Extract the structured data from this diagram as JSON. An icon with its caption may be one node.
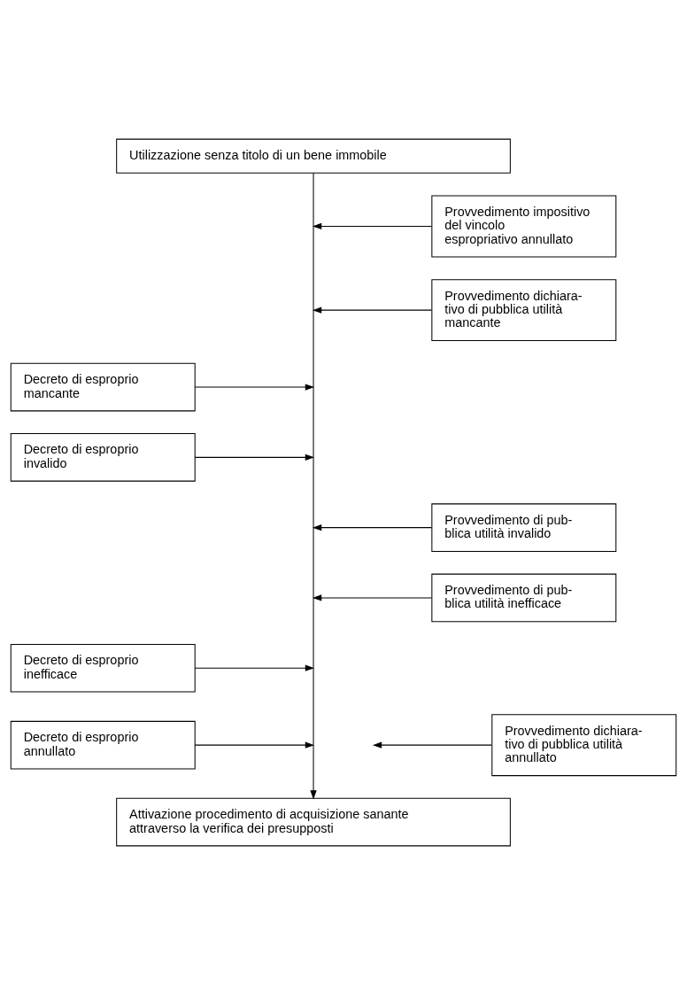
{
  "diagram": {
    "nodes": [
      {
        "text": [
          "Utilizzazione senza titolo di un bene immobile"
        ]
      },
      {
        "text": [
          "Provvedimento impositivo del vincolo espropriativo annullato"
        ]
      },
      {
        "text": [
          "Provvedimento dichiara- tivo di pubblica utilità mancante"
        ]
      },
      {
        "text": [
          "Decreto di esproprio mancante"
        ]
      },
      {
        "text": [
          "Decreto di esproprio invalido"
        ]
      },
      {
        "text": [
          "Provvedimento di pub- blica utilità invalido"
        ]
      },
      {
        "text": [
          "Provvedimento di pub- blica utilità inefficace"
        ]
      },
      {
        "text": [
          "Decreto di esproprio inefficace"
        ]
      },
      {
        "text": [
          "Decreto di esproprio annullato"
        ]
      },
      {
        "text": [
          "Provvedimento dichiara- tivo di pubblica utilità annullato"
        ]
      },
      {
        "text": [
          "Attivazione procedimento di acquisizione sanante attraverso la verifica dei presupposti"
        ]
      }
    ],
    "edges": [
      {
        "from": 0,
        "to": 10,
        "arrow": "to"
      },
      {
        "from": 1,
        "to": null,
        "arrow": "to"
      },
      {
        "from": 2,
        "to": null,
        "arrow": "to"
      },
      {
        "from": 3,
        "to": null,
        "arrow": "to"
      },
      {
        "from": 4,
        "to": null,
        "arrow": "to"
      },
      {
        "from": 5,
        "to": null,
        "arrow": "to"
      },
      {
        "from": 6,
        "to": null,
        "arrow": "to"
      },
      {
        "from": 7,
        "to": null,
        "arrow": "to"
      },
      {
        "from": 8,
        "to": null,
        "arrow": "to"
      },
      {
        "from": 9,
        "to": null,
        "arrow": "to"
      }
    ]
  }
}
